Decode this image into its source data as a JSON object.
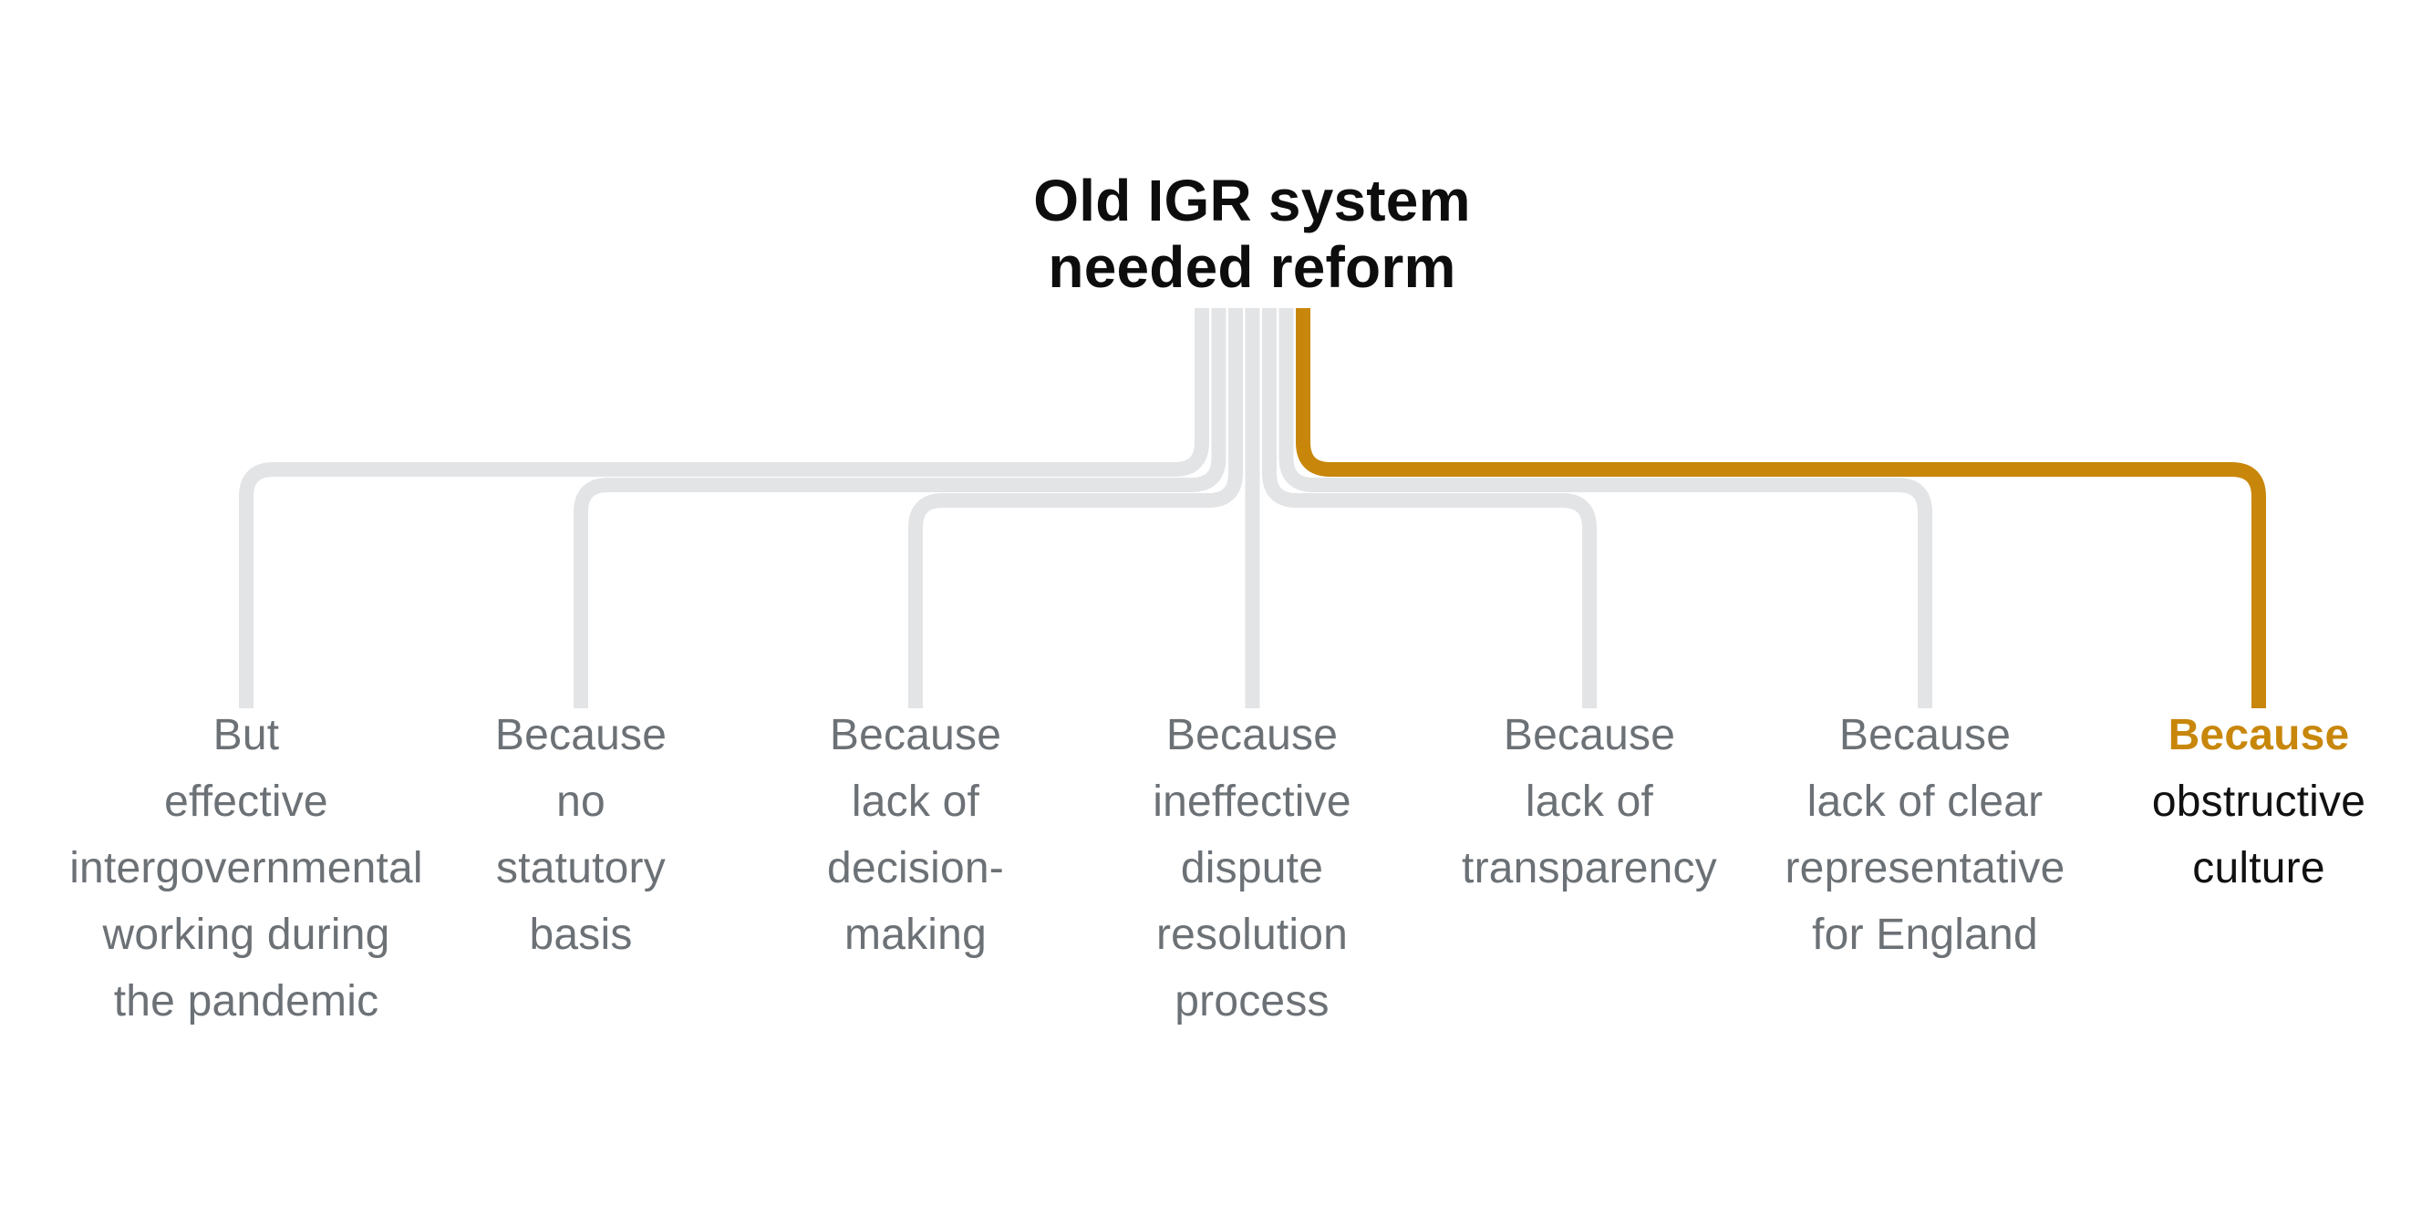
{
  "title": {
    "text": "Old IGR system\nneeded reform"
  },
  "branches": [
    {
      "keyword": "But",
      "detail": "effective\nintergovernmental\nworking during\nthe pandemic",
      "highlighted": false
    },
    {
      "keyword": "Because",
      "detail": "no\nstatutory\nbasis",
      "highlighted": false
    },
    {
      "keyword": "Because",
      "detail": "lack of\ndecision-\nmaking",
      "highlighted": false
    },
    {
      "keyword": "Because",
      "detail": "ineffective\ndispute\nresolution\nprocess",
      "highlighted": false
    },
    {
      "keyword": "Because",
      "detail": "lack of\ntransparency",
      "highlighted": false
    },
    {
      "keyword": "Because",
      "detail": "lack of clear\nrepresentative\nfor England",
      "highlighted": false
    },
    {
      "keyword": "Because",
      "detail": "obstructive\nculture",
      "highlighted": true
    }
  ],
  "colors": {
    "highlight": "#C8870B",
    "line_gray": "#E3E4E6",
    "text_gray": "#6C7176",
    "title": "#0D0D0D",
    "black_text": "#111111",
    "background": "#FFFFFF"
  }
}
